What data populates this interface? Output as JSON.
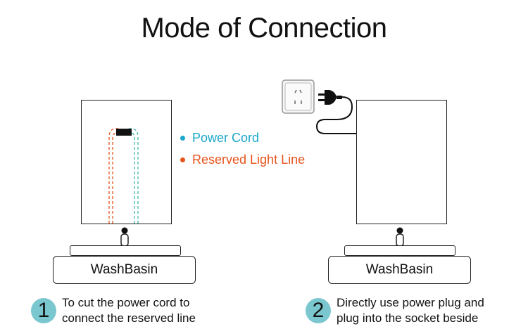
{
  "title": "Mode of Connection",
  "legend": {
    "power_cord": {
      "label": "Power Cord",
      "color": "#1aa7c9"
    },
    "reserved_line": {
      "label": "Reserved Light Line",
      "color": "#e8541c"
    }
  },
  "left_unit": {
    "basin_label": "WashBasin"
  },
  "right_unit": {
    "basin_label": "WashBasin"
  },
  "steps": [
    {
      "number": "1",
      "line1": "To cut the power cord to",
      "line2": "connect the reserved line"
    },
    {
      "number": "2",
      "line1": "Directly use power plug and",
      "line2": "plug into the socket beside"
    }
  ],
  "icons": [
    "socket-icon",
    "plug-icon"
  ]
}
